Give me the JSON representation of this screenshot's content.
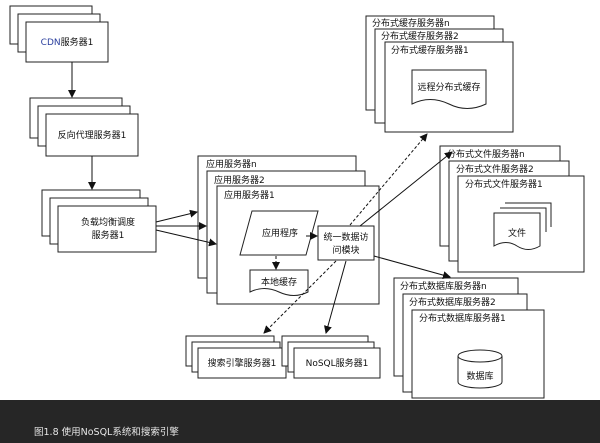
{
  "cdn": {
    "label": "CDN服务器1",
    "prefix": "CDN",
    "suffix": "服务器1"
  },
  "reverse_proxy": {
    "label": "反向代理服务器1"
  },
  "load_balancer": {
    "line1": "负载均衡调度",
    "line2": "服务器1"
  },
  "app_servers": {
    "back": "应用服务器n",
    "mid": "应用服务器2",
    "front": "应用服务器1"
  },
  "app_program": "应用程序",
  "local_cache": "本地缓存",
  "unified_access": {
    "line1": "统一数据访",
    "line2": "问模块"
  },
  "cache_servers": {
    "back": "分布式缓存服务器n",
    "mid": "分布式缓存服务器2",
    "front": "分布式缓存服务器1",
    "inner": "远程分布式缓存"
  },
  "file_servers": {
    "back": "分布式文件服务器n",
    "mid": "分布式文件服务器2",
    "front": "分布式文件服务器1",
    "inner": "文件"
  },
  "db_servers": {
    "back": "分布式数据库服务器n",
    "mid": "分布式数据库服务器2",
    "front": "分布式数据库服务器1",
    "inner": "数据库"
  },
  "search_server": "搜索引擎服务器1",
  "nosql_server": "NoSQL服务器1",
  "caption": "图1.8   使用NoSQL系统和搜索引擎"
}
